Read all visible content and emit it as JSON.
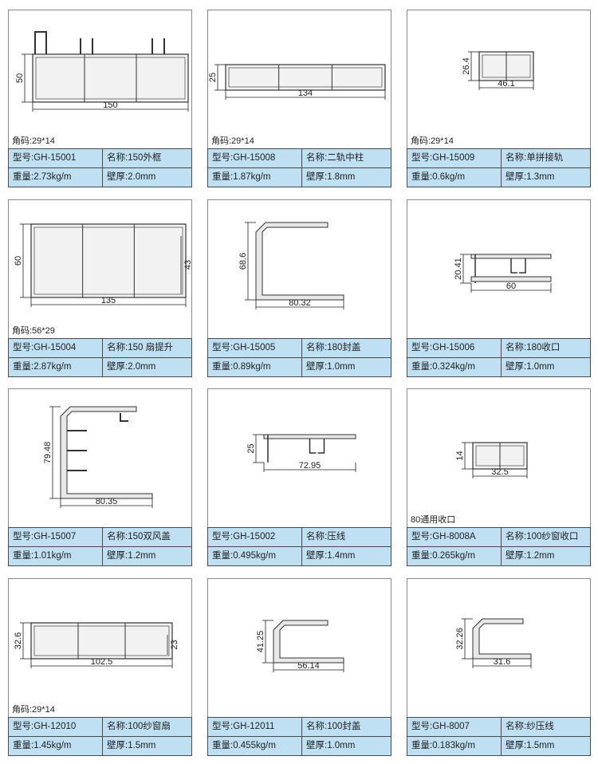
{
  "products": [
    {
      "corner": "角码:29*14",
      "model": "型号:GH-15001",
      "name": "名称:150外框",
      "weight": "重量:2.73kg/m",
      "wall": "壁厚:2.0mm",
      "dims": [
        "50",
        "150"
      ]
    },
    {
      "corner": "角码:29*14",
      "model": "型号:GH-15008",
      "name": "名称:二轨中柱",
      "weight": "重量:1.87kg/m",
      "wall": "壁厚:1.8mm",
      "dims": [
        "25",
        "134"
      ]
    },
    {
      "corner": "角码:29*14",
      "model": "型号:GH-15009",
      "name": "名称:单拼接轨",
      "weight": "重量:0.6kg/m",
      "wall": "壁厚:1.3mm",
      "dims": [
        "26.4",
        "46.1"
      ]
    },
    {
      "corner": "角码:56*29",
      "model": "型号:GH-15004",
      "name": "名称:150 扇提升",
      "weight": "重量:2.87kg/m",
      "wall": "壁厚:2.0mm",
      "dims": [
        "60",
        "135",
        "43"
      ]
    },
    {
      "model": "型号:GH-15005",
      "name": "名称:180封盖",
      "weight": "重量:0.89kg/m",
      "wall": "壁厚:1.0mm",
      "dims": [
        "68.6",
        "80.32"
      ]
    },
    {
      "model": "型号:GH-15006",
      "name": "名称:180收口",
      "weight": "重量:0.324kg/m",
      "wall": "壁厚:1.0mm",
      "dims": [
        "20.41",
        "60"
      ]
    },
    {
      "model": "型号:GH-15007",
      "name": "名称:150双风盖",
      "weight": "重量:1.01kg/m",
      "wall": "壁厚:1.2mm",
      "dims": [
        "79.48",
        "80.35"
      ]
    },
    {
      "model": "型号:GH-15002",
      "name": "名称:压线",
      "weight": "重量:0.495kg/m",
      "wall": "壁厚:1.4mm",
      "dims": [
        "25",
        "72.95"
      ]
    },
    {
      "corner": "80通用收口",
      "model": "型号:GH-8008A",
      "name": "名称:100纱窗收口",
      "weight": "重量:0.265kg/m",
      "wall": "壁厚:1.2mm",
      "dims": [
        "14",
        "32.5"
      ]
    },
    {
      "corner": "角码:29*14",
      "model": "型号:GH-12010",
      "name": "名称:100纱窗扇",
      "weight": "重量:1.45kg/m",
      "wall": "壁厚:1.5mm",
      "dims": [
        "32.6",
        "102.5",
        "23"
      ]
    },
    {
      "model": "型号:GH-12011",
      "name": "名称:100封盖",
      "weight": "重量:0.455kg/m",
      "wall": "壁厚:1.0mm",
      "dims": [
        "41.25",
        "56.14"
      ]
    },
    {
      "model": "型号:GH-8007",
      "name": "名称:纱压线",
      "weight": "重量:0.183kg/m",
      "wall": "壁厚:1.5mm",
      "dims": [
        "32.26",
        "31.6"
      ]
    }
  ]
}
